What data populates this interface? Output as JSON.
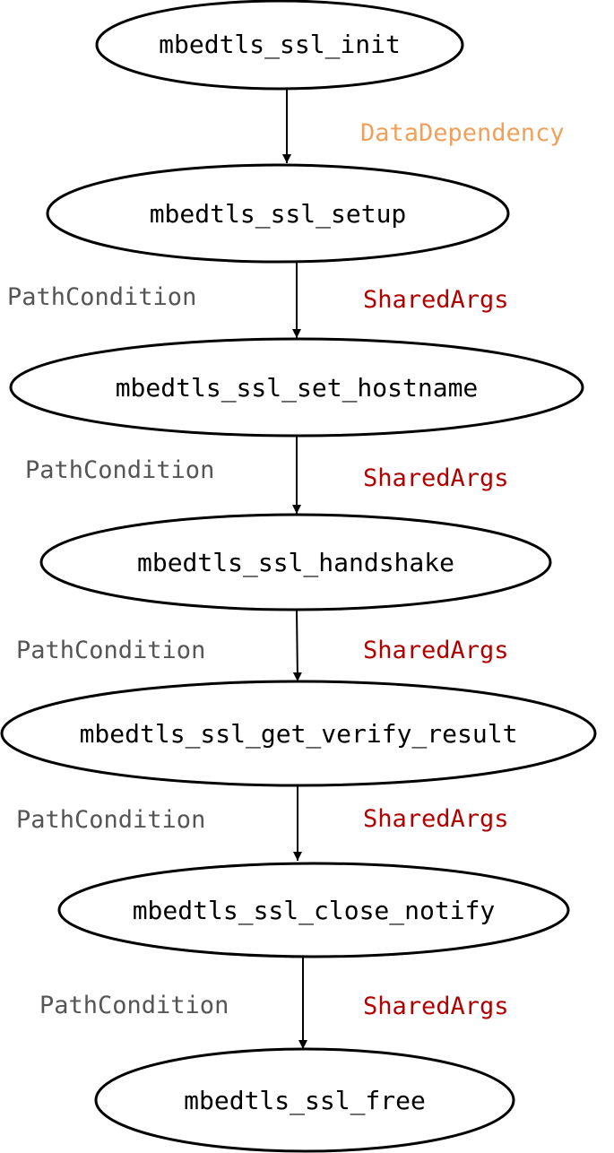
{
  "colors": {
    "data_dependency": "#f0a05a",
    "shared_args": "#b00000",
    "path_condition": "#555555"
  },
  "nodes": [
    {
      "id": "init",
      "label": "mbedtls_ssl_init"
    },
    {
      "id": "setup",
      "label": "mbedtls_ssl_setup"
    },
    {
      "id": "set_hostname",
      "label": "mbedtls_ssl_set_hostname"
    },
    {
      "id": "handshake",
      "label": "mbedtls_ssl_handshake"
    },
    {
      "id": "get_verify_result",
      "label": "mbedtls_ssl_get_verify_result"
    },
    {
      "id": "close_notify",
      "label": "mbedtls_ssl_close_notify"
    },
    {
      "id": "free",
      "label": "mbedtls_ssl_free"
    }
  ],
  "edges": [
    {
      "from": "init",
      "to": "setup",
      "labels": [
        {
          "text": "DataDependency",
          "kind": "data_dependency"
        }
      ]
    },
    {
      "from": "setup",
      "to": "set_hostname",
      "labels": [
        {
          "text": "PathCondition",
          "kind": "path_condition"
        },
        {
          "text": "SharedArgs",
          "kind": "shared_args"
        }
      ]
    },
    {
      "from": "set_hostname",
      "to": "handshake",
      "labels": [
        {
          "text": "PathCondition",
          "kind": "path_condition"
        },
        {
          "text": "SharedArgs",
          "kind": "shared_args"
        }
      ]
    },
    {
      "from": "handshake",
      "to": "get_verify_result",
      "labels": [
        {
          "text": "PathCondition",
          "kind": "path_condition"
        },
        {
          "text": "SharedArgs",
          "kind": "shared_args"
        }
      ]
    },
    {
      "from": "get_verify_result",
      "to": "close_notify",
      "labels": [
        {
          "text": "PathCondition",
          "kind": "path_condition"
        },
        {
          "text": "SharedArgs",
          "kind": "shared_args"
        }
      ]
    },
    {
      "from": "close_notify",
      "to": "free",
      "labels": [
        {
          "text": "PathCondition",
          "kind": "path_condition"
        },
        {
          "text": "SharedArgs",
          "kind": "shared_args"
        }
      ]
    }
  ]
}
